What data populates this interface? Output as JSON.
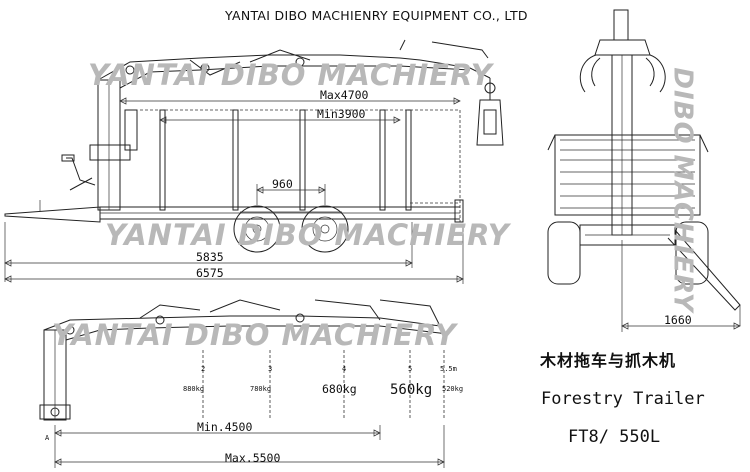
{
  "header": {
    "company": "YANTAI DIBO MACHIENRY EQUIPMENT CO., LTD"
  },
  "watermark": {
    "top": "YANTAI DIBO MACHIERY",
    "middle": "YANTAI DIBO MACHIERY",
    "bottom": "YANTAI DIBO MACHIERY",
    "vertical": "DIBO MACHIERY"
  },
  "side_view": {
    "max_length": "Max4700",
    "min_length": "Min3900",
    "axle_spacing": "960",
    "length_a": "5835",
    "length_b": "6575"
  },
  "rear_view": {
    "width": "1660"
  },
  "reach_chart": {
    "points": [
      {
        "reach": "2",
        "load": "880kg"
      },
      {
        "reach": "3",
        "load": "780kg"
      },
      {
        "reach": "4",
        "load": "680kg"
      },
      {
        "reach": "5",
        "load": "560kg"
      },
      {
        "reach": "5.5m",
        "load": "520kg"
      }
    ],
    "min_reach": "Min.4500",
    "max_reach": "Max.5500",
    "origin": "A"
  },
  "title": {
    "chinese": "木材拖车与抓木机",
    "english": "Forestry Trailer",
    "model": "FT8/  550L"
  },
  "colors": {
    "line": "#222222",
    "watermark": "#b8b8b8",
    "background": "#ffffff"
  }
}
